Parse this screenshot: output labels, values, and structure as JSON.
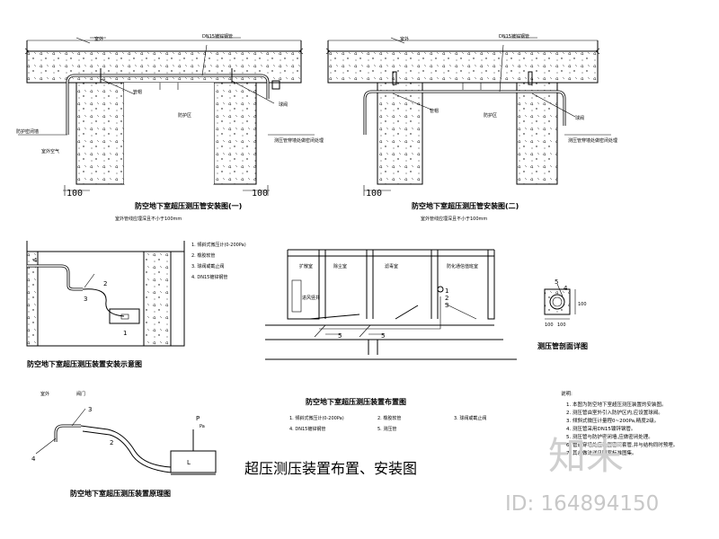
{
  "drawing_title": "超压测压装置布置、安装图",
  "detail_1": {
    "caption": "防空地下室超压测压管安装图(一)",
    "sub_caption": "室外管线应埋深且不小于100mm",
    "label_ground": "室外",
    "label_pipe": "DN15镀锌钢管",
    "label_outside": "室外空气",
    "label_inside": "防护区",
    "label_valve": "球阀",
    "label_tag": "管帽",
    "label_left": "防护密闭墙",
    "label_note": "测压管穿墙处做密闭处理",
    "dim_left": "100",
    "dim_right": "100"
  },
  "detail_2": {
    "caption": "防空地下室超压测压管安装图(二)",
    "sub_caption": "室外管线应埋深且不小于100mm",
    "label_ground": "室外",
    "label_pipe": "DN15镀锌钢管",
    "label_inside": "防护区",
    "label_valve": "球阀",
    "label_tag": "管帽",
    "label_note": "测压管穿墙处做密闭处理"
  },
  "device_diagram": {
    "caption": "防空地下室超压测压装置安装示意图",
    "callouts": [
      "1",
      "2",
      "3",
      "4"
    ]
  },
  "legend": {
    "items": [
      "1. 倾斜式微压计(0-200Pa)",
      "2. 橡胶软管",
      "3. 球阀或截止阀",
      "4. DN15镀锌钢管"
    ]
  },
  "layout_plan": {
    "caption": "防空地下室超压测压装置布置图",
    "rooms": [
      "扩散室",
      "除尘室",
      "滤毒室",
      "防化通信值班室",
      "进风竖井"
    ],
    "callouts": [
      "1",
      "2",
      "3",
      "5",
      "5"
    ],
    "legend_row1": [
      "1. 倾斜式微压计(0-200Pa)",
      "2. 橡胶软管",
      "3. 球阀或截止阀"
    ],
    "legend_row2": [
      "4. DN15镀锌钢管",
      "5. 测压管"
    ]
  },
  "pipe_section": {
    "caption": "测压管剖面详图",
    "callouts": [
      "5",
      "4"
    ],
    "dims": [
      "100",
      "100",
      "100"
    ]
  },
  "principle_diagram": {
    "caption": "防空地下室超压测压装置原理图",
    "label_outside": "室外",
    "label_valve": "阀门",
    "label_p": "P",
    "label_unit": "Pa",
    "label_l": "L",
    "callouts": [
      "3",
      "2",
      "4"
    ]
  },
  "notes": {
    "heading": "说明:",
    "lines": [
      "1. 本图为防空地下室超压测压装置的安装图。",
      "2. 测压管由室外引入防护区内,应设置球阀。",
      "3. 倾斜式微压计量程0~200Pa,精度2级。",
      "4. 测压管采用DN15镀锌钢管。",
      "5. 测压管与防护密闭墙,应做密闭处理。",
      "6. 管道穿墙处应设置密闭套管,并与结构同时预埋。",
      "7. 其余做法详见国家标准图集。"
    ]
  },
  "watermark": {
    "brand": "知末",
    "id_text": "ID: 164894150"
  }
}
